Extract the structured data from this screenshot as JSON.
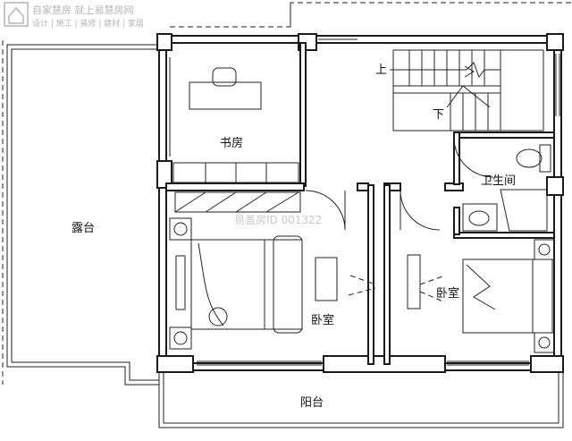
{
  "watermark": {
    "brand": "自家慧房 就上易慧房网",
    "services": "设计 | 施工 | 装修 | 建材 | 家居",
    "plan_id": "易盖房ID 001322"
  },
  "rooms": {
    "study": "书房",
    "bathroom": "卫生间",
    "bedroom_left": "卧室",
    "bedroom_right": "卧室",
    "terrace": "露台",
    "balcony": "阳台"
  },
  "stairs": {
    "up": "上",
    "down": "下"
  },
  "colors": {
    "line": "#1a1a1a",
    "watermark": "#b5b5b5",
    "background": "#ffffff"
  }
}
